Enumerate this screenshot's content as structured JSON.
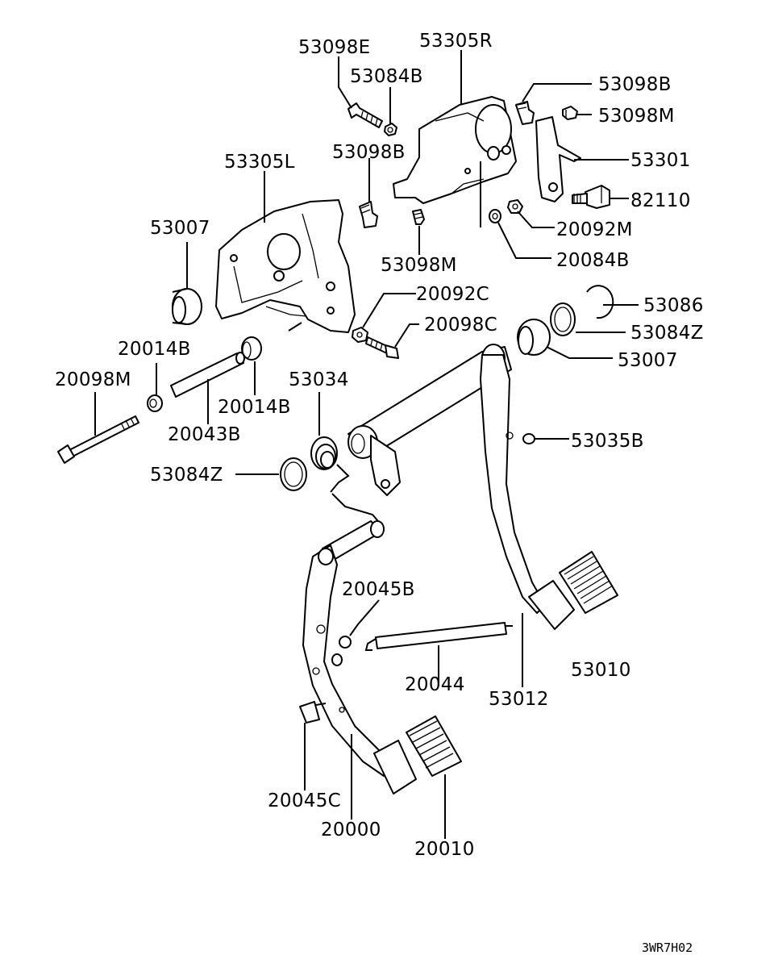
{
  "labels": {
    "p53098E": "53098E",
    "p53305R": "53305R",
    "p53084B": "53084B",
    "p53098B_top": "53098B",
    "p53098M_top": "53098M",
    "p53098B_mid": "53098B",
    "p53301": "53301",
    "p53305L": "53305L",
    "p82110": "82110",
    "p53007_left": "53007",
    "p20092M": "20092M",
    "p53098M_mid": "53098M",
    "p20084B": "20084B",
    "p20092C": "20092C",
    "p53086": "53086",
    "p20098C": "20098C",
    "p53084Z_right": "53084Z",
    "p20014B_top": "20014B",
    "p53007_right": "53007",
    "p53034": "53034",
    "p20098M": "20098M",
    "p20014B_bottom": "20014B",
    "p20043B": "20043B",
    "p53035B": "53035B",
    "p53084Z_left": "53084Z",
    "p20045B": "20045B",
    "p53010": "53010",
    "p20044": "20044",
    "p53012": "53012",
    "p20045C": "20045C",
    "p20000": "20000",
    "p20010": "20010"
  },
  "diagram_code": "3WR7H02"
}
